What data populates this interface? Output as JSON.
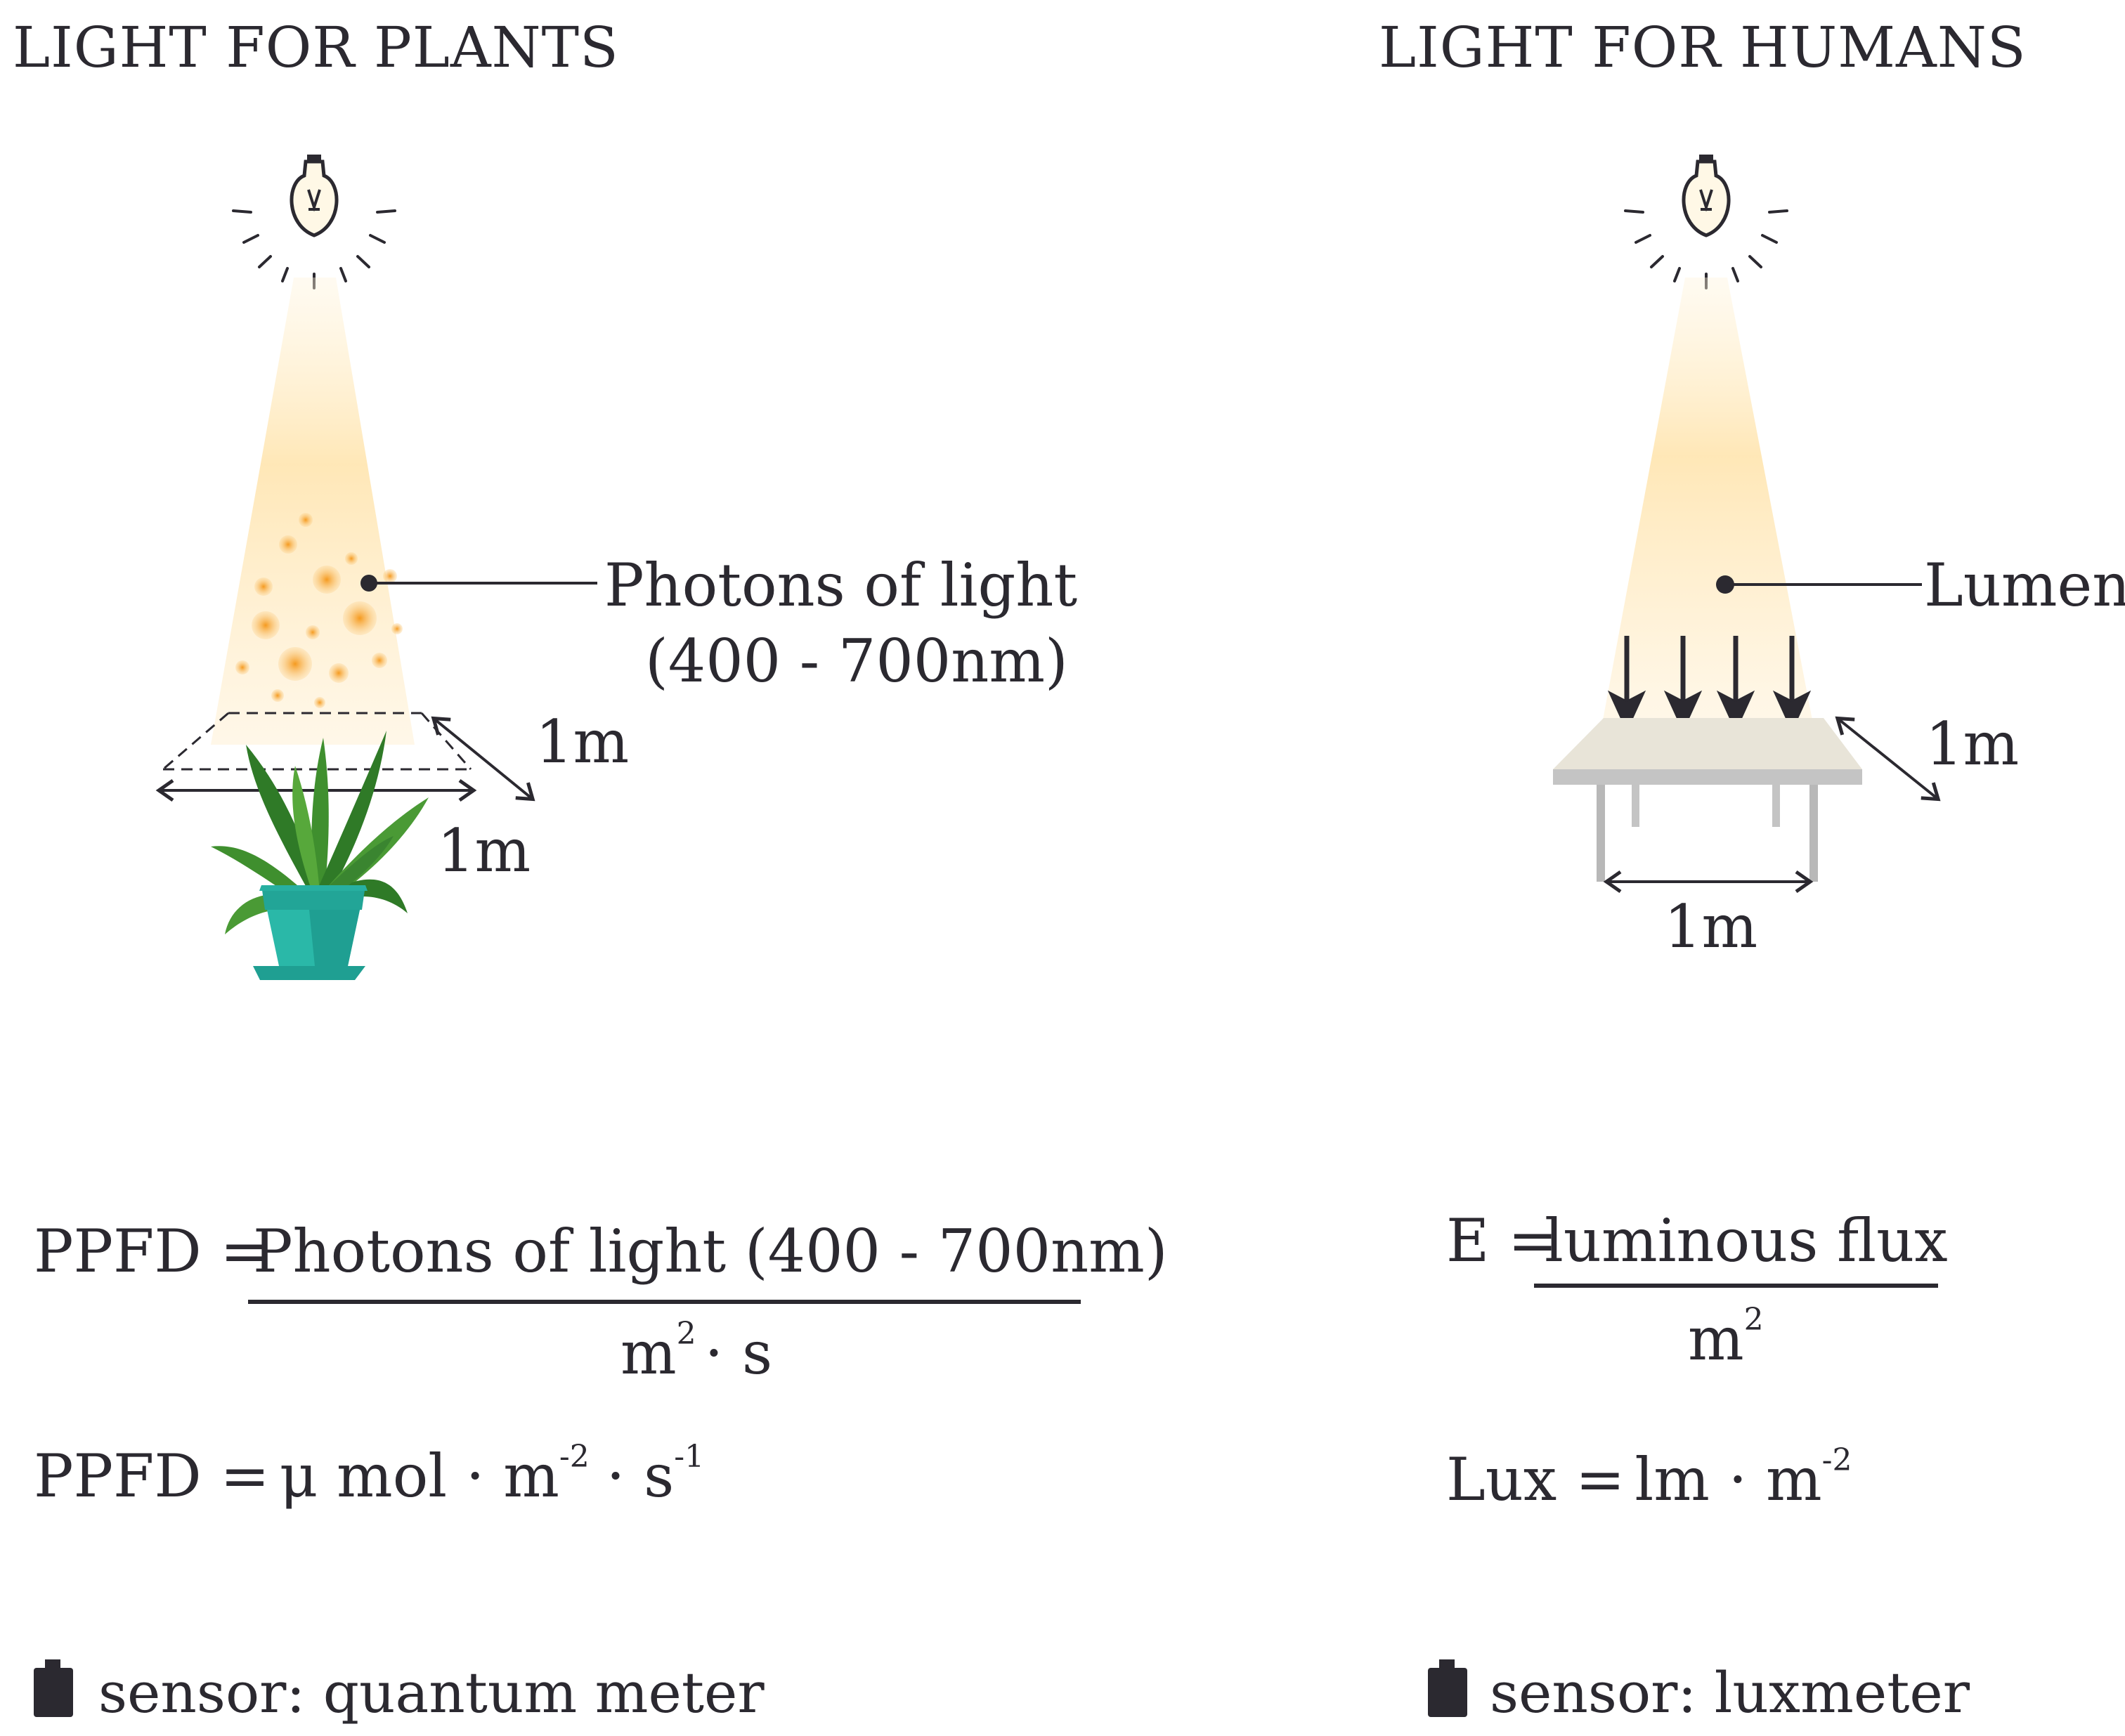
{
  "left": {
    "title": "LIGHT FOR PLANTS",
    "label_line1": "Photons of light",
    "label_line2": "(400 - 700nm)",
    "dim_depth": "1m",
    "dim_width": "1m",
    "eq1_lhs": "PPFD =",
    "eq1_numerator": "Photons of light  (400 - 700nm)",
    "eq1_den_m": "m",
    "eq1_den_exp": "2",
    "eq1_den_rest": "· s",
    "eq2_lhs": "PPFD =",
    "eq2_a": "μ mol · m",
    "eq2_exp1": "-2",
    "eq2_b": "· s",
    "eq2_exp2": "-1",
    "sensor": "sensor:  quantum meter"
  },
  "right": {
    "title": "LIGHT FOR HUMANS",
    "label": "Lumen",
    "dim_depth": "1m",
    "dim_width": "1m",
    "eq1_lhs": "E =",
    "eq1_numerator": "luminous flux",
    "eq1_den_m": "m",
    "eq1_den_exp": "2",
    "eq2_lhs": "Lux =",
    "eq2_a": "lm ·   m",
    "eq2_exp": "-2",
    "sensor": "sensor: luxmeter"
  },
  "icons": {
    "bulb": "light-bulb-icon",
    "plant": "potted-plant-icon",
    "table": "table-icon",
    "sensor": "sensor-device-icon"
  },
  "colors": {
    "text": "#2b2930",
    "beam": "#ffe6b3",
    "photon": "#f7a935",
    "pot": "#2ab8a8",
    "leaf": "#3f8a2c",
    "table": "#c9c9c9"
  }
}
